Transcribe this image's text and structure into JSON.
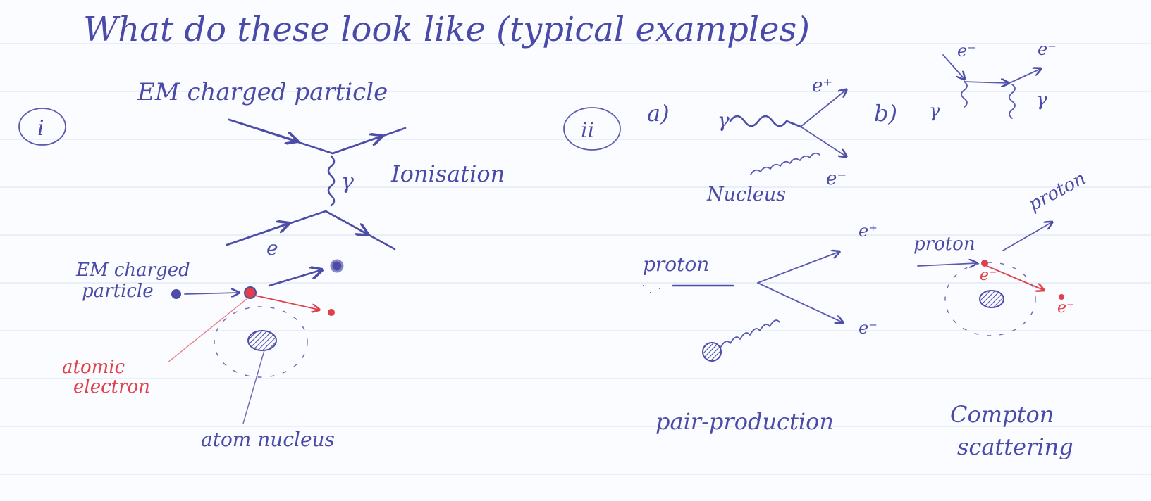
{
  "title": "What do these look like (typical examples)",
  "section_i": {
    "marker": "i",
    "heading": "EM charged particle",
    "gamma": "γ",
    "process": "Ionisation",
    "electron": "e",
    "incoming_label": "EM charged particle",
    "atomic_electron_label": "atomic electron",
    "nucleus_label": "atom nucleus"
  },
  "section_ii": {
    "marker": "ii",
    "part_a": "a)",
    "part_a_gamma": "γ",
    "positron": "e⁺",
    "electron": "e⁻",
    "nucleus_label": "Nucleus",
    "part_b": "b)",
    "b_electron_in": "e⁻",
    "b_electron_out": "e⁻",
    "b_gamma_in": "γ",
    "b_gamma_out": "γ",
    "pair": {
      "incoming": "proton",
      "positron": "e⁺",
      "electron": "e⁻",
      "caption": "pair-production"
    },
    "compton": {
      "incoming": "proton",
      "outgoing": "proton",
      "electron": "e⁻",
      "scattered_electron": "e⁻",
      "caption_line1": "Compton",
      "caption_line2": "scattering"
    }
  },
  "colors": {
    "ink": "#4d4da8",
    "red_ink": "#e0404a",
    "paper": "#fbfcff",
    "rule": "#dfe6f2"
  }
}
